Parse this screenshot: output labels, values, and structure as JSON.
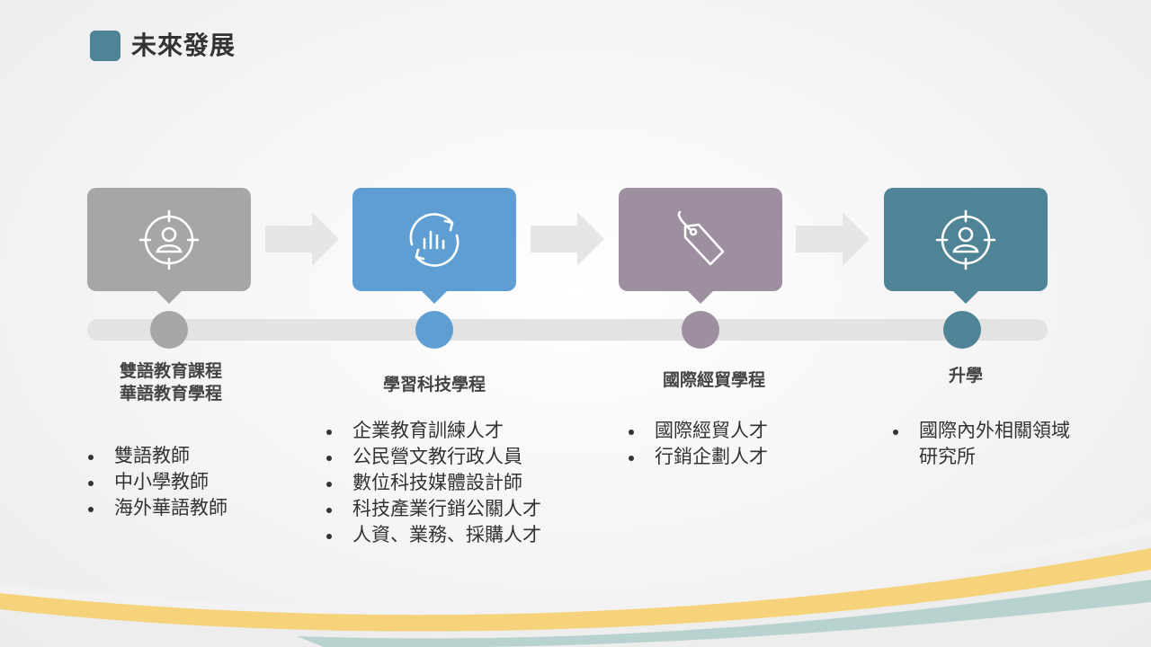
{
  "title": "未來發展",
  "colors": {
    "title_mark": "#4e8496",
    "gray": "#a6a6a6",
    "blue": "#5f9ed3",
    "purple": "#9d8ea0",
    "teal": "#4e8496",
    "arrow": "#e6e6e6",
    "track": "#e3e3e3"
  },
  "stages": [
    {
      "icon": "target-user-icon",
      "color": "#a6a6a6",
      "label_lines": [
        "雙語教育課程",
        "華語教育學程"
      ],
      "items": [
        "雙語教師",
        "中小學教師",
        "海外華語教師"
      ]
    },
    {
      "icon": "refresh-chart-icon",
      "color": "#5f9ed3",
      "label_lines": [
        "學習科技學程"
      ],
      "items": [
        "企業教育訓練人才",
        "公民營文教行政人員",
        "數位科技媒體設計師",
        "科技產業行銷公關人才",
        "人資、業務、採購人才"
      ]
    },
    {
      "icon": "price-tag-icon",
      "color": "#9d8ea0",
      "label_lines": [
        "國際經貿學程"
      ],
      "items": [
        "國際經貿人才",
        "行銷企劃人才"
      ]
    },
    {
      "icon": "target-user-icon",
      "color": "#4e8496",
      "label_lines": [
        "升學"
      ],
      "items": [
        "國際內外相關領域研究所"
      ]
    }
  ]
}
